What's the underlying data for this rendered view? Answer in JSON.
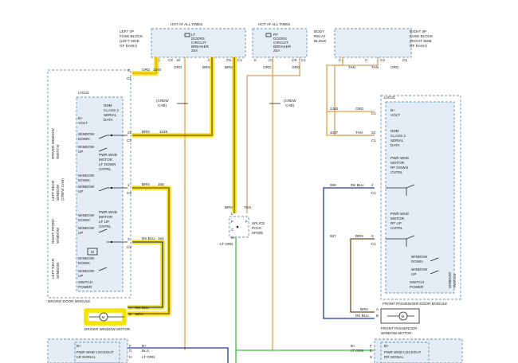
{
  "colors": {
    "highlight": "#f5e400",
    "orange_wire": "#e8a23c",
    "brown_wire": "#7a4a1e",
    "tan_wire": "#d2a06a",
    "dark_blue_wire": "#2038a8",
    "green_wire": "#3fc33f",
    "module_fill": "#e4edf5",
    "dashed_border": "#6f95b3"
  },
  "top": {
    "hot_left": "HOT AT ALL TIMES",
    "hot_right": "HOT AT ALL TIMES",
    "lt_fuse_block": [
      "LEFT I/P",
      "FUSE BLOCK",
      "(LEFT SIDE",
      "OF DASH)"
    ],
    "lt_breaker": [
      "LT",
      "DOORS",
      "CIRCUIT",
      "BREAKER",
      "25A"
    ],
    "rt_breaker": [
      "RT",
      "DOORS",
      "CIRCUIT",
      "BREAKER",
      "25A"
    ],
    "body_relay": [
      "BODY",
      "RELAY",
      "BLOCK"
    ],
    "rt_fuse_block": [
      "RIGHT I/P",
      "FUSE BLOCK",
      "(RIGHT SIDE",
      "OF DASH)"
    ],
    "pins_left": [
      "C",
      "C2",
      "M",
      "C1",
      "C5",
      "C1"
    ],
    "pins_mid": [
      "K",
      "C2",
      "C9",
      "C1"
    ],
    "pins_right": [
      "C1",
      "C",
      "C2",
      "C1"
    ],
    "wire_labels_top": [
      "ORG",
      "BRN",
      "BRN",
      "ORG",
      "ORG",
      "TAN",
      "TAN",
      "ORG"
    ],
    "crew_cab_left": [
      "(CREW",
      "CAB)"
    ],
    "crew_cab_right": [
      "(CREW",
      "CAB)"
    ]
  },
  "driver": {
    "module_label": "DRIVER DOOR MODULE",
    "logic": "LOGIC",
    "b_plus": [
      "B+",
      "VOLT"
    ],
    "ddm_lines": [
      "DDM",
      "CLASS 2",
      "SERIAL",
      "DATA"
    ],
    "rows": [
      {
        "lines": [
          "WINDOW",
          "DOWN"
        ]
      },
      {
        "lines": [
          "WINDOW",
          "UP"
        ]
      },
      {
        "lines": [
          "WINDOW",
          "DOWN"
        ]
      },
      {
        "lines": [
          "WINDOW",
          "UP"
        ]
      },
      {
        "lines": [
          "WINDOW",
          "DOWN"
        ]
      },
      {
        "lines": [
          "WINDOW",
          "UP"
        ]
      },
      {
        "lines": [
          "WINDOW",
          "DOWN"
        ]
      },
      {
        "lines": [
          "WINDOW",
          "UP"
        ]
      }
    ],
    "motor_ctrl_lf_down": [
      "PWR WND",
      "MOTOR",
      "LF DOWN",
      "CNTRL"
    ],
    "motor_ctrl_lf_up": [
      "PWR WND",
      "MOTOR",
      "LF UP",
      "CNTRL"
    ],
    "switch_power": [
      "SWITCH",
      "POWER"
    ],
    "side_labels": [
      [
        "DRIVER WINDOW",
        "SWITCH"
      ],
      [
        "LEFT REAR",
        "WINDOW",
        "(CREW CAB)"
      ],
      [
        "RIGHT FRONT",
        "WINDOW"
      ],
      [
        "LEFT REAR",
        "WINDOW"
      ]
    ],
    "pins": [
      "C",
      "22",
      "1",
      "3"
    ],
    "pin_connectors": [
      "C1",
      "C2",
      "C2",
      "C2"
    ],
    "wire_orgs": [
      {
        "color": "ORG",
        "circuit": "1240"
      },
      {
        "color": "BRN",
        "circuit": "1046"
      },
      {
        "color": "BRN",
        "circuit": "165"
      },
      {
        "color": "DK BLU",
        "circuit": "164"
      }
    ]
  },
  "motor": {
    "label": "DRIVER WINDOW MOTOR",
    "symbol": "M",
    "pins": [
      "A",
      "B"
    ],
    "wires": [
      "DK BLU",
      "BRN"
    ]
  },
  "splice": {
    "label": [
      "SPLICE",
      "PACK",
      "SP205"
    ],
    "pins": [
      "L",
      "F",
      "F",
      "C",
      "M"
    ],
    "wires": [
      "BRN",
      "TAN",
      "LT GRN"
    ]
  },
  "passenger": {
    "module_label": "FRONT PASSENGER DOOR MODULE",
    "logic": "LOGIC",
    "b_plus": [
      "B+",
      "VOLT"
    ],
    "ddm_lines": [
      "DDM",
      "CLASS 2",
      "SERIAL",
      "DATA"
    ],
    "motor_ctrl_rf_down": [
      "PWR WND",
      "MOTOR",
      "RF DOWN",
      "CNTRL"
    ],
    "motor_ctrl_rf_up": [
      "PWR WND",
      "MOTOR",
      "RF UP",
      "CNTRL"
    ],
    "window_down": [
      "WINDOW",
      "DOWN"
    ],
    "window_up": [
      "WINDOW",
      "UP"
    ],
    "switch_power": [
      "SWITCH",
      "POWER"
    ],
    "side_label": [
      "WINDOW",
      "SWITCH"
    ],
    "pins": [
      "22",
      "4",
      "3"
    ],
    "pin_connectors": [
      "C1",
      "C1",
      "C1",
      "C1"
    ],
    "wire_orgs": [
      {
        "color": "ORG",
        "circuit": "1340"
      },
      {
        "color": "TAN",
        "circuit": "1047"
      },
      {
        "color": "DK BLU",
        "circuit": "698"
      },
      {
        "color": "BRN",
        "circuit": "667"
      }
    ]
  },
  "pass_motor": {
    "label": [
      "FRONT PASSENGER",
      "WINDOW MOTOR"
    ],
    "symbol": "M",
    "pins": [
      "A",
      "B"
    ],
    "wires": [
      "BRN",
      "DK BLU"
    ]
  },
  "bottom": {
    "lr_block": [
      "PWR WND LOCKOUT",
      "LR SIGNAL"
    ],
    "rr_block": [
      "PWR WND LOCKOUT",
      "RR SIGNAL"
    ],
    "b_plus": "B+",
    "left_wires": [
      "B+",
      "BLU",
      "LT GRN"
    ],
    "right_wires": [
      "B+",
      "LT GRN"
    ],
    "pins_left": [
      "F",
      "G",
      "H"
    ],
    "pins_right": [
      "F",
      "E",
      "H"
    ]
  }
}
